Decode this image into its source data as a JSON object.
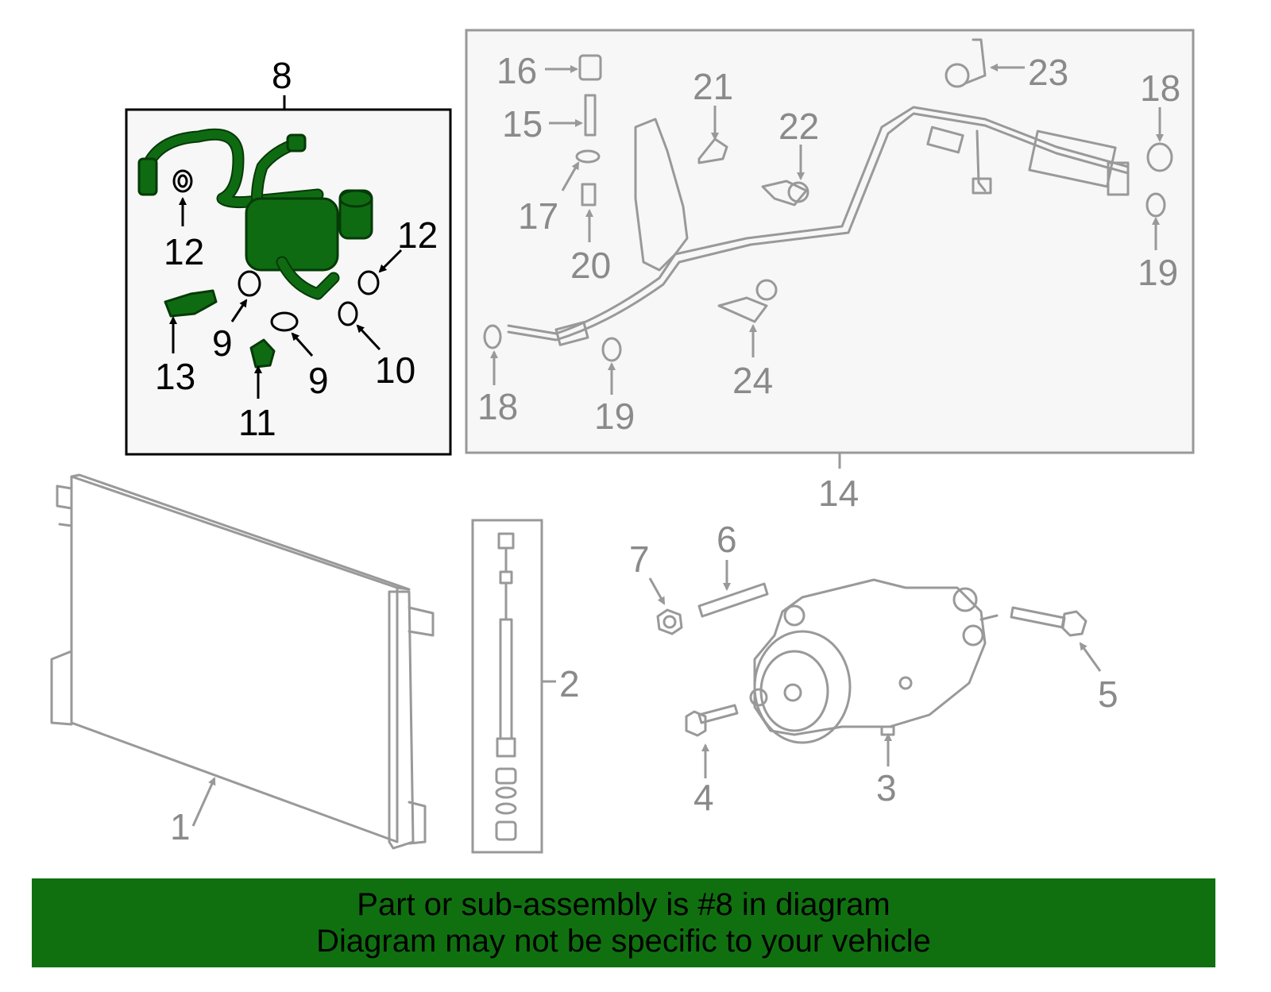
{
  "callouts": {
    "c1": "1",
    "c2": "2",
    "c3": "3",
    "c4": "4",
    "c5": "5",
    "c6": "6",
    "c7": "7",
    "c8": "8",
    "c9a": "9",
    "c9b": "9",
    "c10": "10",
    "c11": "11",
    "c12a": "12",
    "c12b": "12",
    "c13": "13",
    "c14": "14",
    "c15": "15",
    "c16": "16",
    "c17": "17",
    "c18a": "18",
    "c18b": "18",
    "c19a": "19",
    "c19b": "19",
    "c20": "20",
    "c21": "21",
    "c22": "22",
    "c23": "23",
    "c24": "24"
  },
  "banner": {
    "line1": "Part or sub-assembly is #8 in diagram",
    "line2": "Diagram may not be specific to your vehicle"
  },
  "colors": {
    "highlight": "#107010",
    "parts": "#999999",
    "callout_inactive": "#8a8a8a",
    "callout_active": "#000000"
  }
}
